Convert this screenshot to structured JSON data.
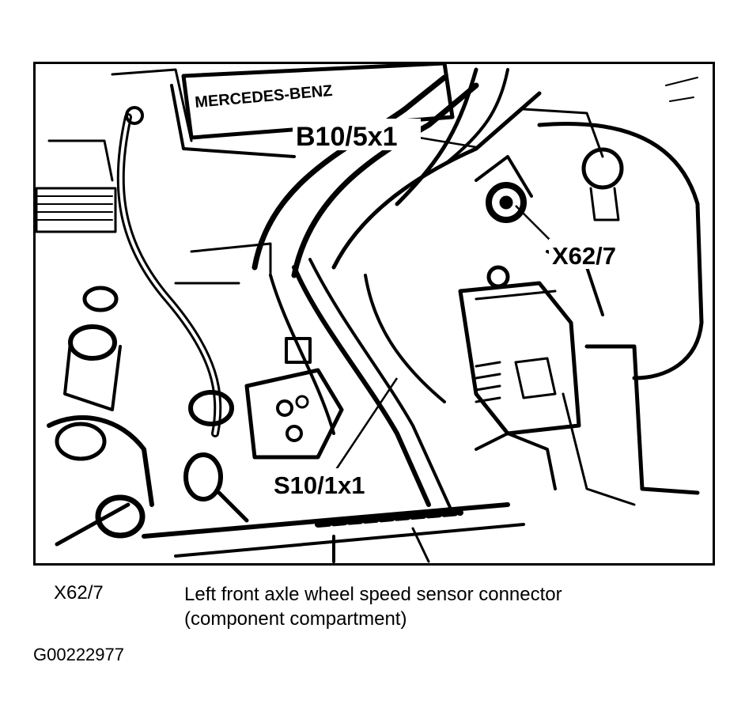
{
  "figure": {
    "labels": {
      "b10": "B10/5x1",
      "x62": "X62/7",
      "s10": "S10/1x1",
      "brand": "MERCEDES-BENZ"
    }
  },
  "legend": {
    "code": "X62/7",
    "description_line1": "Left front axle wheel speed sensor connector",
    "description_line2": "(component compartment)"
  },
  "figure_id": "G00222977"
}
